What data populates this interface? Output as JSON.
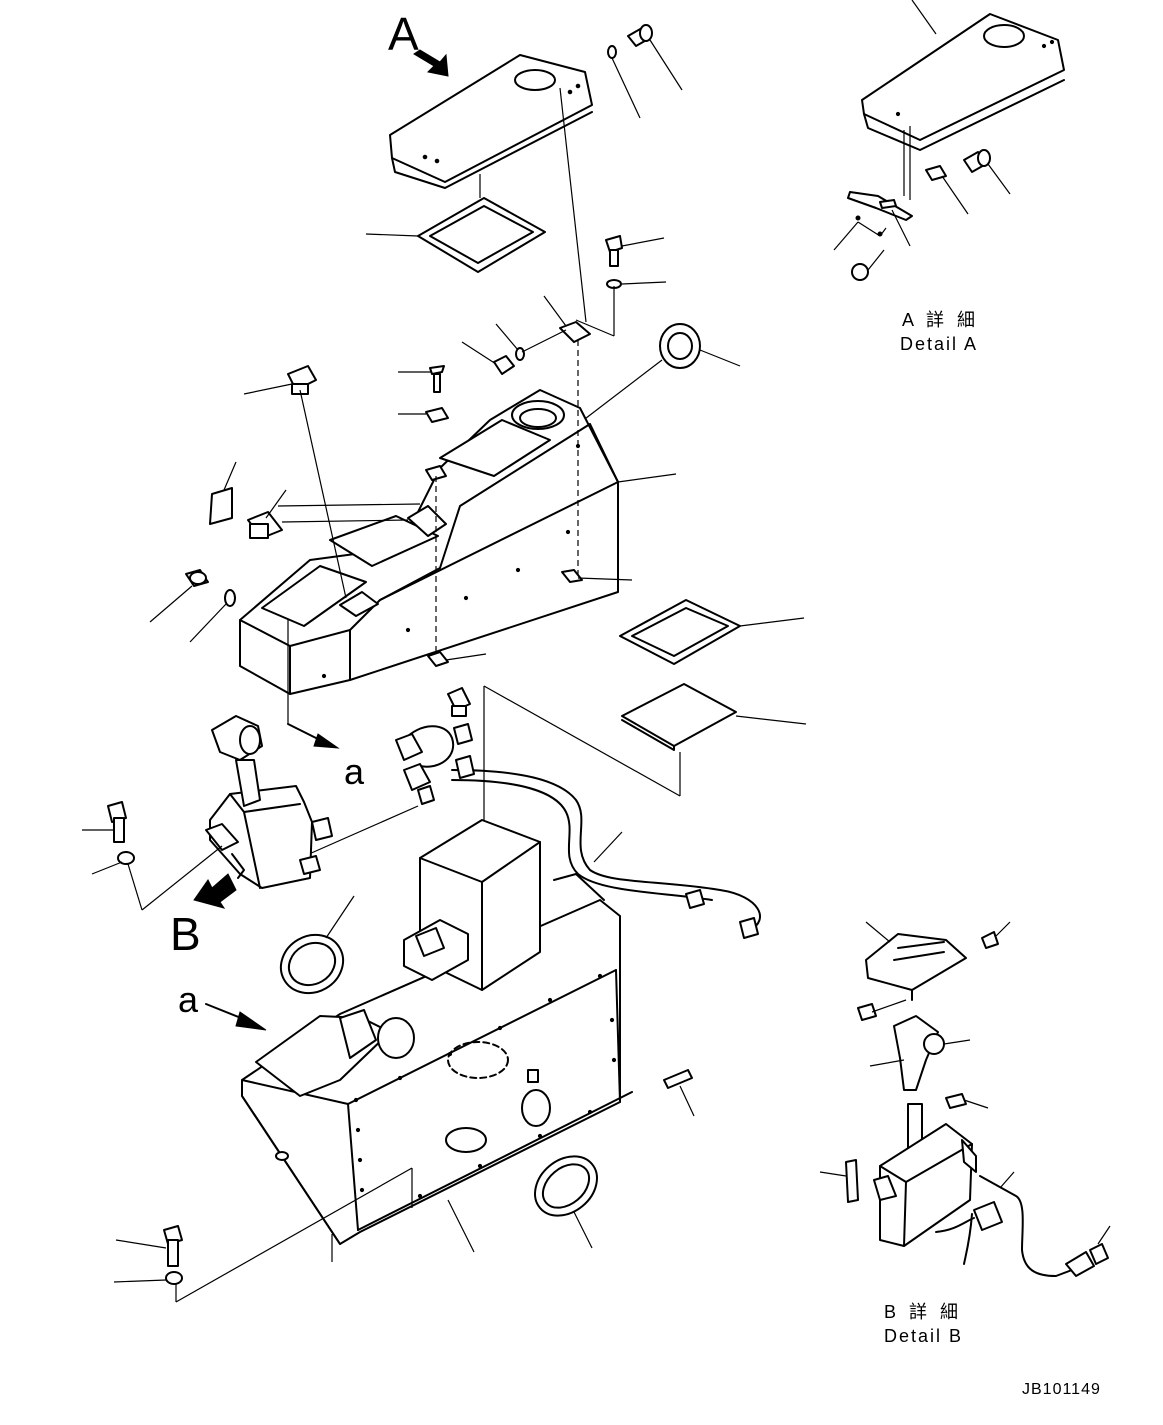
{
  "labels": {
    "view_a_marker": "A",
    "view_b_marker": "B",
    "ref_a_upper": "a",
    "ref_a_lower": "a"
  },
  "details": {
    "detail_a_jp": "A 詳 細",
    "detail_a_en": "Detail A",
    "detail_b_jp": "B 詳 細",
    "detail_b_en": "Detail B"
  },
  "drawing_number": "JB101149"
}
